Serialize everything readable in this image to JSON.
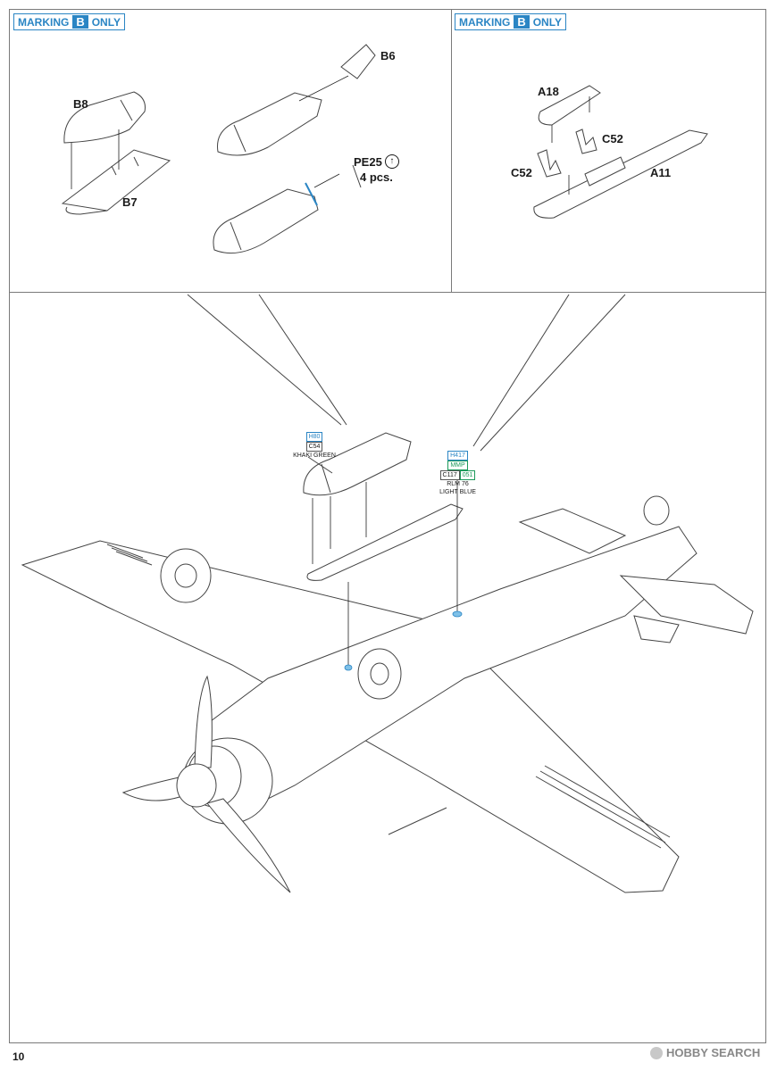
{
  "left_panel": {
    "badge": {
      "prefix": "MARKING",
      "letter": "B",
      "suffix": "ONLY"
    },
    "labels": {
      "b8": "B8",
      "b7": "B7",
      "b6": "B6",
      "pe25": "PE25",
      "pcs": "4 pcs."
    },
    "icons": [
      "bend-arrow-icon"
    ]
  },
  "right_panel": {
    "badge": {
      "prefix": "MARKING",
      "letter": "B",
      "suffix": "ONLY"
    },
    "labels": {
      "a18": "A18",
      "c52_a": "C52",
      "c52_b": "C52",
      "a11": "A11"
    }
  },
  "main_panel": {
    "paint_khaki": {
      "code_top": "H80",
      "code_bottom": "C54",
      "name": "KHAKI GREEN"
    },
    "paint_blue": {
      "code_h": "H417",
      "code_mmp": "MMP",
      "code_c": "C117",
      "code_051": "051",
      "name_1": "RLM 76",
      "name_2": "LIGHT BLUE"
    }
  },
  "page_number": "10",
  "watermark": "HOBBY SEARCH",
  "colors": {
    "accent_blue": "#2a85c4",
    "accent_green": "#1c9a5a"
  }
}
